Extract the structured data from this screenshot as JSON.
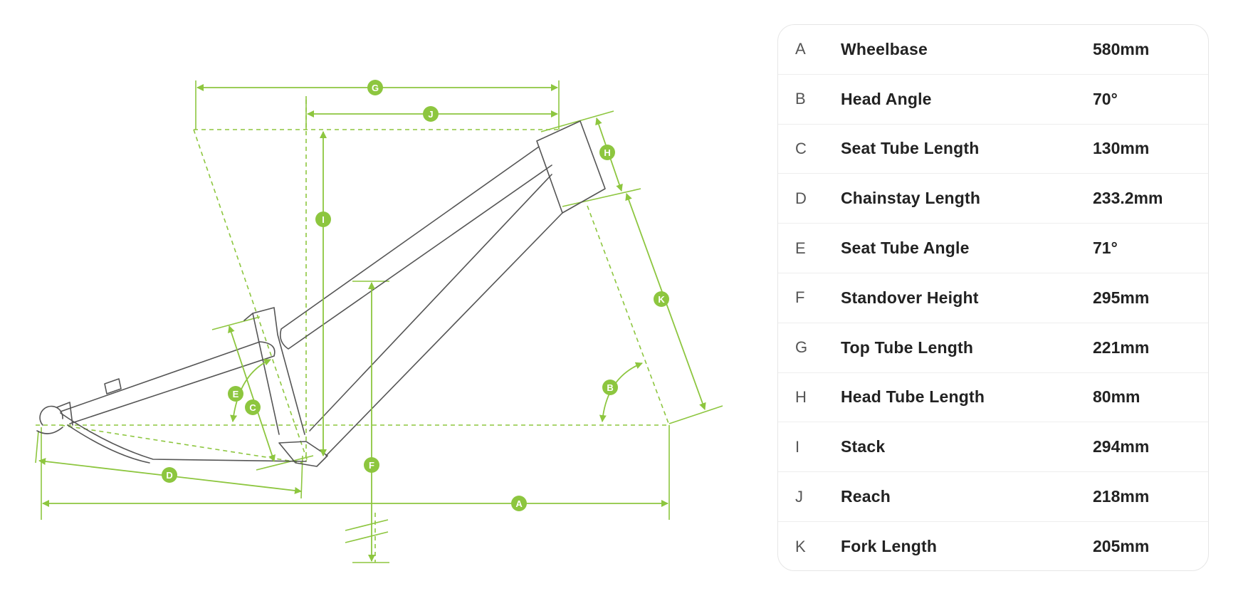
{
  "diagram": {
    "accent_color": "#8dc63f",
    "frame_color": "#555555",
    "markers": [
      "A",
      "B",
      "C",
      "D",
      "E",
      "F",
      "G",
      "H",
      "I",
      "J",
      "K"
    ]
  },
  "specs": [
    {
      "key": "A",
      "name": "Wheelbase",
      "value": "580mm"
    },
    {
      "key": "B",
      "name": "Head Angle",
      "value": "70°"
    },
    {
      "key": "C",
      "name": "Seat Tube Length",
      "value": "130mm"
    },
    {
      "key": "D",
      "name": "Chainstay Length",
      "value": "233.2mm"
    },
    {
      "key": "E",
      "name": "Seat Tube Angle",
      "value": "71°"
    },
    {
      "key": "F",
      "name": "Standover Height",
      "value": "295mm"
    },
    {
      "key": "G",
      "name": "Top Tube Length",
      "value": "221mm"
    },
    {
      "key": "H",
      "name": "Head Tube Length",
      "value": "80mm"
    },
    {
      "key": "I",
      "name": "Stack",
      "value": "294mm"
    },
    {
      "key": "J",
      "name": "Reach",
      "value": "218mm"
    },
    {
      "key": "K",
      "name": "Fork Length",
      "value": "205mm"
    }
  ]
}
